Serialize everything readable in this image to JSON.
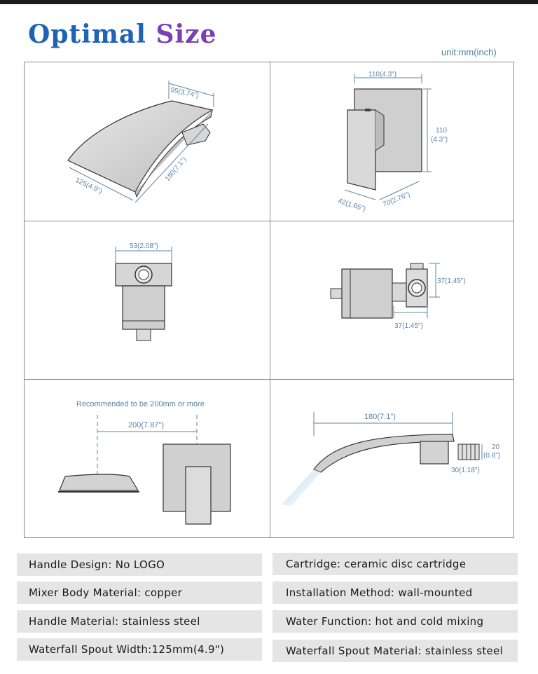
{
  "header": {
    "title_word1": "Optimal",
    "title_word2": "Size",
    "unit_note": "unit:mm(inch)"
  },
  "panels": {
    "spout_top": {
      "width_dim": "95(3.74\")",
      "depth_dim": "125(4.9\")",
      "length_dim": "180(7.1\")"
    },
    "valve_front": {
      "width_dim": "110(4.3\")",
      "height_dim_mm": "110",
      "height_dim_in": "(4.3\")",
      "depth_dim": "42(1.65\")",
      "side_dim": "70(2.76\")"
    },
    "valve_top": {
      "width_dim": "53(2.08\")"
    },
    "valve_side": {
      "height_dim": "37(1.45\")",
      "width_dim": "37(1.45\")"
    },
    "install": {
      "note": "Recommended to be 200mm or more",
      "gap_dim": "200(7.87\")"
    },
    "spout_side": {
      "length_dim": "180(7.1\")",
      "height_dim_mm": "20",
      "height_dim_in": "(0.8\")",
      "thread_dim": "30(1.18\")"
    }
  },
  "specs": {
    "left": [
      "Handle Design: No LOGO",
      "Mixer Body Material: copper",
      "Handle Material: stainless steel",
      "Waterfall Spout Width:125mm(4.9\")"
    ],
    "right": [
      "Cartridge: ceramic disc cartridge",
      "Installation Method: wall-mounted",
      "Water Function: hot and cold mixing",
      "Waterfall Spout Material: stainless steel"
    ]
  },
  "colors": {
    "title_blue": "#1f63b6",
    "title_purple": "#7a3fb3",
    "dimension_blue": "#5c84a8",
    "spec_background": "#e5e5e5",
    "chrome_gray": "#cfcfcf"
  }
}
